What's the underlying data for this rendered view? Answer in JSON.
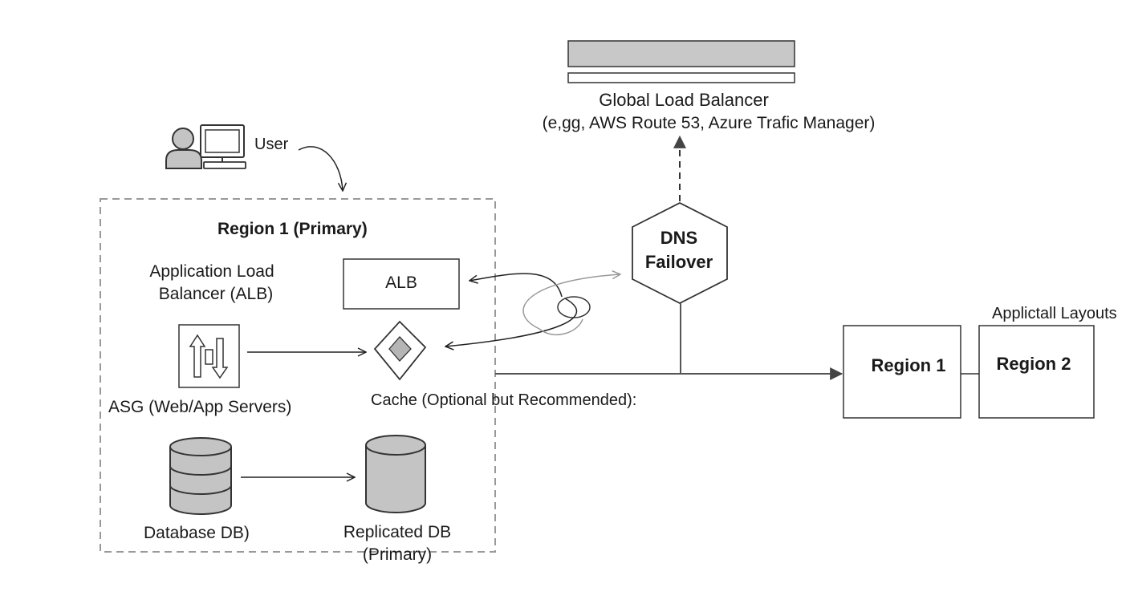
{
  "user": {
    "label": "User"
  },
  "global_lb": {
    "title": "Global Load Balancer",
    "subtitle": "(e,gg, AWS Route 53, Azure Trafic Manager)"
  },
  "dns": {
    "line1": "DNS",
    "line2": "Failover"
  },
  "region1_primary": {
    "title": "Region 1 (Primary)",
    "alb_label_line1": "Application Load",
    "alb_label_line2": "Balancer (ALB)",
    "alb_box": "ALB",
    "asg_label": "ASG (Web/App Servers)",
    "cache_label": "Cache (Optional but Recommended):",
    "db_label": "Database DB)",
    "replicated_line1": "Replicated DB",
    "replicated_line2": "(Primary)"
  },
  "layouts": {
    "caption": "Applictall Layouts",
    "region1": "Region 1",
    "region2": "Region 2"
  }
}
